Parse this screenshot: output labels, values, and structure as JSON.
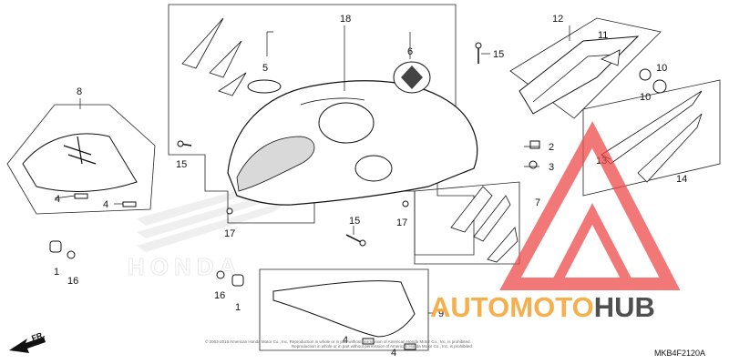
{
  "diagram": {
    "code": "MKB4F2120A",
    "front_label": "FR.",
    "copyright_line_1": "© 2003-2016 American Honda Motor Co., Inc. Reproduction in whole or in part without permission of American Honda Motor Co., Inc. is prohibited.",
    "copyright_line_2": "Reproduction in whole or in part without permission of American Honda Motor Co., Inc. is prohibited.",
    "ghost_logo": "HONDA"
  },
  "callouts": {
    "c18": "18",
    "c5": "5",
    "c6": "6",
    "c15_top": "15",
    "c12": "12",
    "c11": "11",
    "c10_a": "10",
    "c10_b": "10",
    "c8": "8",
    "c15_left": "15",
    "c2": "2",
    "c3": "3",
    "c13": "13",
    "c14": "14",
    "c4_a": "4",
    "c4_b": "4",
    "c15_mid": "15",
    "c17_a": "17",
    "c17_b": "17",
    "c7": "7",
    "c1_a": "1",
    "c16_a": "16",
    "c16_b": "16",
    "c1_b": "1",
    "c9": "9",
    "c4_c": "4",
    "c4_d": "4"
  },
  "watermark": {
    "brand_auto": "AUTO",
    "brand_moto": "MOTO",
    "brand_hub": "HUB",
    "colors": {
      "orange": "#f4a83a",
      "red": "#ee4b4b",
      "dark": "#3d3d3d"
    }
  }
}
